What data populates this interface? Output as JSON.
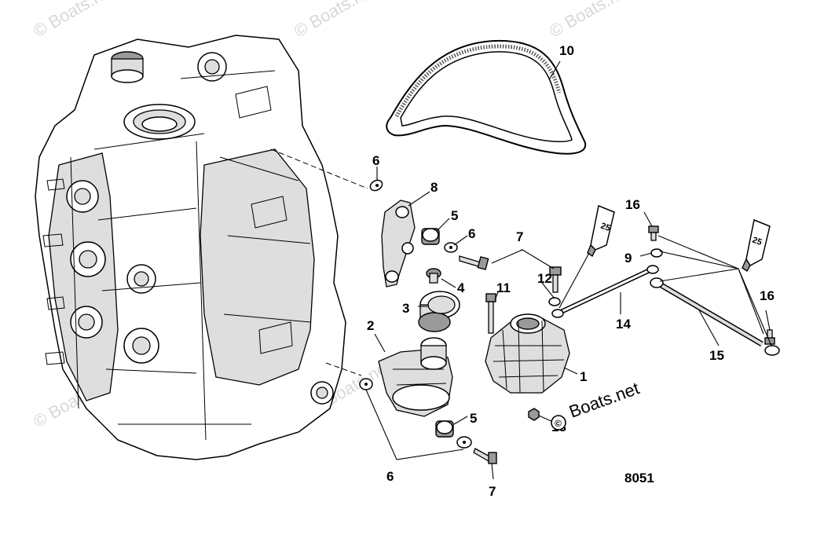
{
  "diagram_id": "8051",
  "watermark": "© Boats.net",
  "brand": "Boats.net",
  "tube_label": "25",
  "callouts": {
    "c1": "1",
    "c2": "2",
    "c3": "3",
    "c4": "4",
    "c5a": "5",
    "c5b": "5",
    "c6a": "6",
    "c6b": "6",
    "c6c": "6",
    "c7a": "7",
    "c7b": "7",
    "c8": "8",
    "c9": "9",
    "c10": "10",
    "c11": "11",
    "c12": "12",
    "c13": "13",
    "c14": "14",
    "c15": "15",
    "c16a": "16",
    "c16b": "16"
  }
}
